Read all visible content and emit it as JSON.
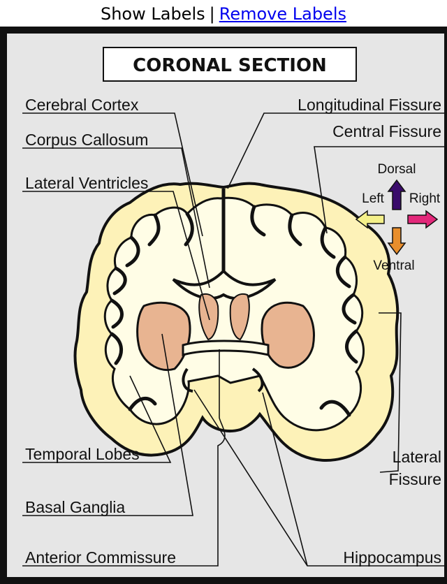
{
  "toggle": {
    "show_label": "Show Labels",
    "separator": "|",
    "remove_label": "Remove Labels"
  },
  "diagram": {
    "title": "CORONAL SECTION",
    "labels": {
      "cerebral_cortex": "Cerebral Cortex",
      "corpus_callosum": "Corpus Callosum",
      "lateral_ventricles": "Lateral Ventricles",
      "longitudinal_fissure": "Longitudinal Fissure",
      "central_fissure": "Central Fissure",
      "temporal_lobes": "Temporal Lobes",
      "basal_ganglia": "Basal Ganglia",
      "anterior_commissure": "Anterior Commissure",
      "lateral_fissure_1": "Lateral",
      "lateral_fissure_2": "Fissure",
      "hippocampus": "Hippocampus"
    },
    "compass": {
      "dorsal": "Dorsal",
      "ventral": "Ventral",
      "left": "Left",
      "right": "Right"
    },
    "colors": {
      "background": "#e6e6e6",
      "border": "#111111",
      "cortex_fill": "#fdf2b8",
      "white_matter": "#fffde6",
      "ganglia_fill": "#e8b491",
      "arrow_dorsal": "#3a0b6b",
      "arrow_ventral": "#e88e2c",
      "arrow_left": "#f4f08a",
      "arrow_right": "#e3287a"
    }
  }
}
